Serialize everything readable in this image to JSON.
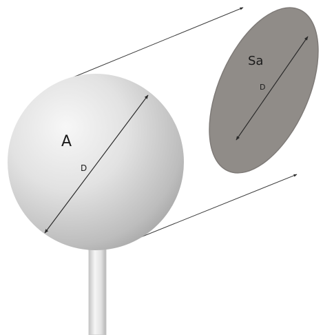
{
  "labels": {
    "sphere_area": "A",
    "sphere_diameter": "D",
    "projection_area": "Sa",
    "projection_diameter": "D"
  },
  "colors": {
    "background": "#ffffff",
    "sphere_light": "#f4f4f4",
    "sphere_mid": "#d6d6d6",
    "sphere_dark": "#9e9e9e",
    "projection_fill": "#908c88",
    "projection_edge": "#7a7673",
    "pole_light": "#f3f3f3",
    "pole_dark": "#b9b9b9",
    "line": "#2a2a2a"
  }
}
